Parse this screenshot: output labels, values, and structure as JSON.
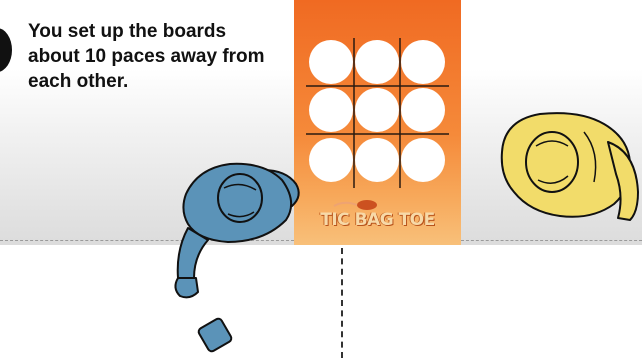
{
  "instruction": {
    "text": "You set up the boards about 10 paces away from each other."
  },
  "board": {
    "logo_text": "TIC BAG TOE",
    "holes_rows": 3,
    "holes_cols": 3
  },
  "colors": {
    "board_orange": "#f06a22",
    "player_blue": "#5b93b8",
    "player_yellow": "#f2dc6a",
    "outline": "#111111"
  },
  "icons": [
    "step-badge-icon",
    "blue-player-icon",
    "yellow-player-icon",
    "bean-bag-icon"
  ]
}
